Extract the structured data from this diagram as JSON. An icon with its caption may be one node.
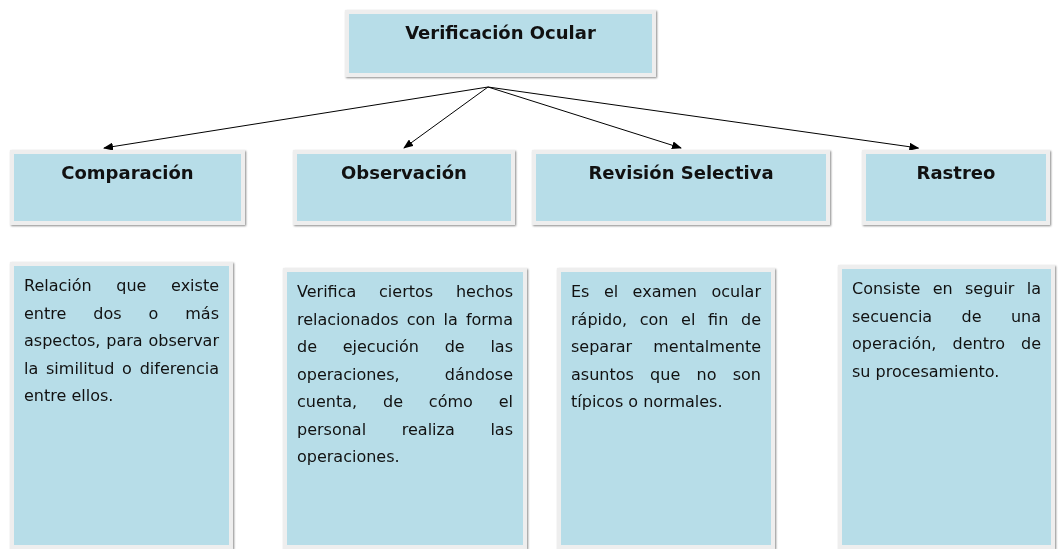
{
  "diagram": {
    "nodes": [
      {
        "text": [
          "Verificación Ocular"
        ]
      },
      {
        "text": [
          "Comparación"
        ]
      },
      {
        "text": [
          "Observación"
        ]
      },
      {
        "text": [
          "Revisión Selectiva"
        ]
      },
      {
        "text": [
          "Rastreo"
        ]
      },
      {
        "text": [
          "Relación que existe entre dos o más aspectos, para observar la similitud o diferencia entre ellos."
        ]
      },
      {
        "text": [
          "Verifica ciertos hechos relacionados con la forma de ejecución de las operaciones, dándose cuenta, de cómo el personal realiza las operaciones."
        ]
      },
      {
        "text": [
          "Es el examen ocular rápido, con el fin de separar mentalmente asuntos que no son típicos o normales."
        ]
      },
      {
        "text": [
          "Consiste en seguir la secuencia de una operación, dentro de su procesamiento."
        ]
      }
    ],
    "edges": [
      {
        "from": 0,
        "to": 1,
        "arrow": "to"
      },
      {
        "from": 0,
        "to": 2,
        "arrow": "to"
      },
      {
        "from": 0,
        "to": 3,
        "arrow": "to"
      },
      {
        "from": 0,
        "to": 4,
        "arrow": "to"
      }
    ]
  }
}
